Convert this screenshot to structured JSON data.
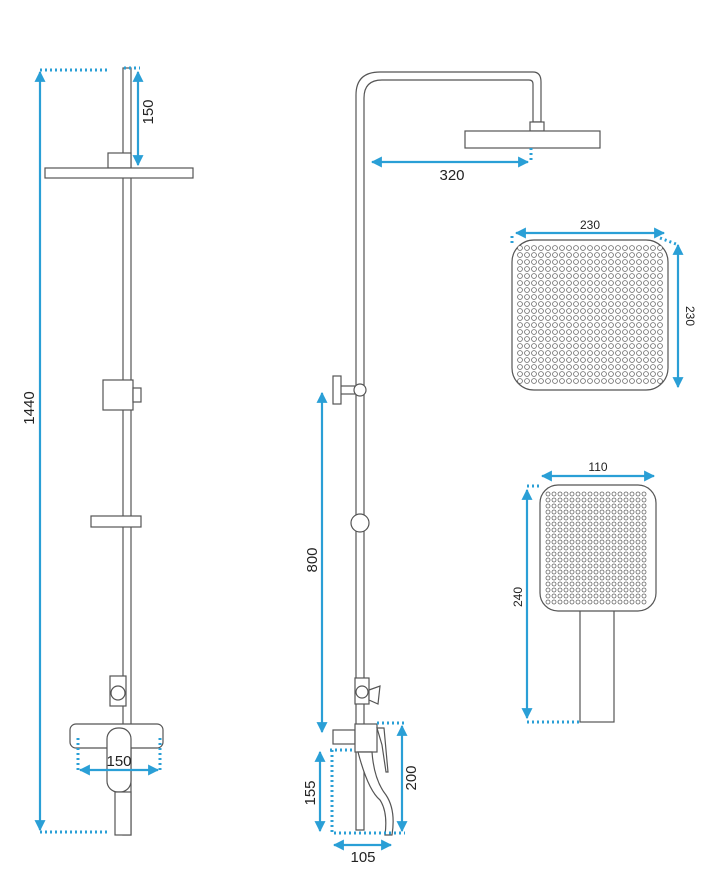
{
  "title": "Shower set technical drawing",
  "colors": {
    "dimension": "#2a9fd6",
    "outline": "#555555"
  },
  "dimensions": {
    "total_height": "1440",
    "head_offset": "150",
    "mixer_spacing": "150",
    "arm_reach": "320",
    "diverter_height": "800",
    "spout_height": "155",
    "mixer_height": "200",
    "spout_reach": "105",
    "head_width": "230",
    "head_depth": "230",
    "hand_width": "110",
    "hand_length": "240"
  }
}
